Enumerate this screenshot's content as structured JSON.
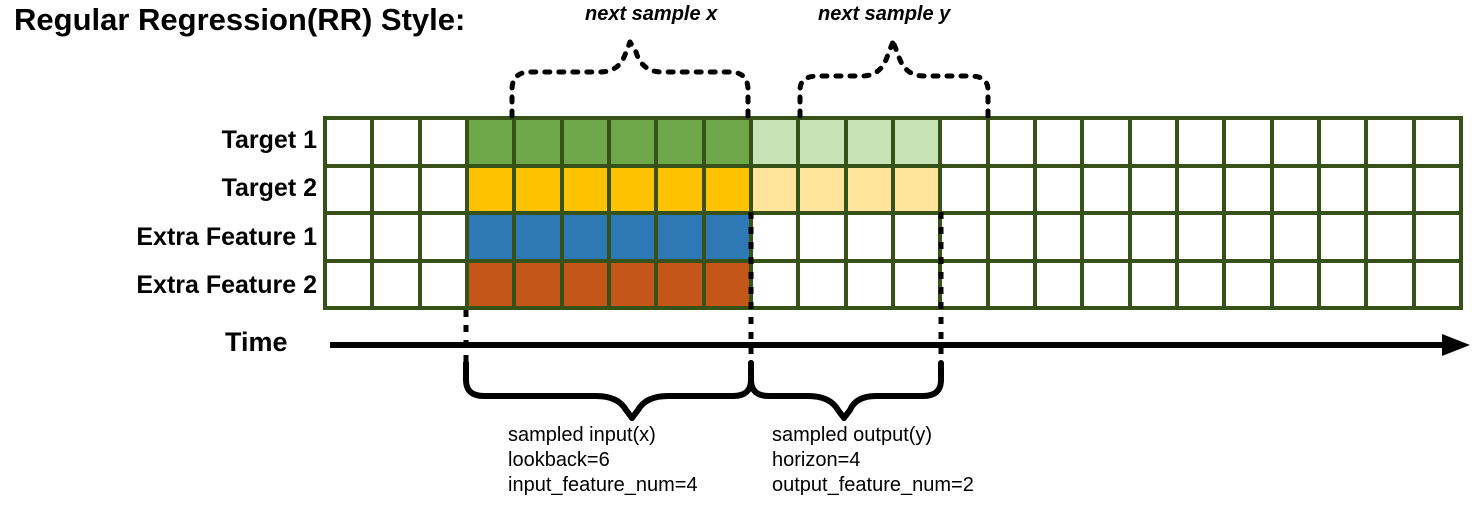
{
  "title": "Regular Regression(RR) Style:",
  "annotations": {
    "next_sample_x": "next sample x",
    "next_sample_y": "next sample y"
  },
  "rows": [
    {
      "label": "Target 1",
      "color": "green",
      "faded_color": "green-l"
    },
    {
      "label": "Target 2",
      "color": "yellow",
      "faded_color": "yellow-l"
    },
    {
      "label": "Extra Feature 1",
      "color": "blue",
      "faded_color": ""
    },
    {
      "label": "Extra Feature 2",
      "color": "orange",
      "faded_color": ""
    }
  ],
  "grid": {
    "total_columns": 24,
    "leading_blank_columns": 3,
    "input_columns": 6,
    "output_columns": 4,
    "trailing_blank_columns": 11
  },
  "time_axis": {
    "label": "Time"
  },
  "captions": {
    "input": {
      "line1": "sampled input(x)",
      "line2": "lookback=6",
      "line3": "input_feature_num=4"
    },
    "output": {
      "line1": "sampled output(y)",
      "line2": "horizon=4",
      "line3": "output_feature_num=2"
    }
  },
  "colors": {
    "border": "#375219",
    "green": "#6FA84A",
    "green_light": "#C9E2B6",
    "yellow": "#FDC300",
    "yellow_light": "#FEE59B",
    "blue": "#2E79B5",
    "orange": "#C4561A",
    "ink": "#000000"
  }
}
